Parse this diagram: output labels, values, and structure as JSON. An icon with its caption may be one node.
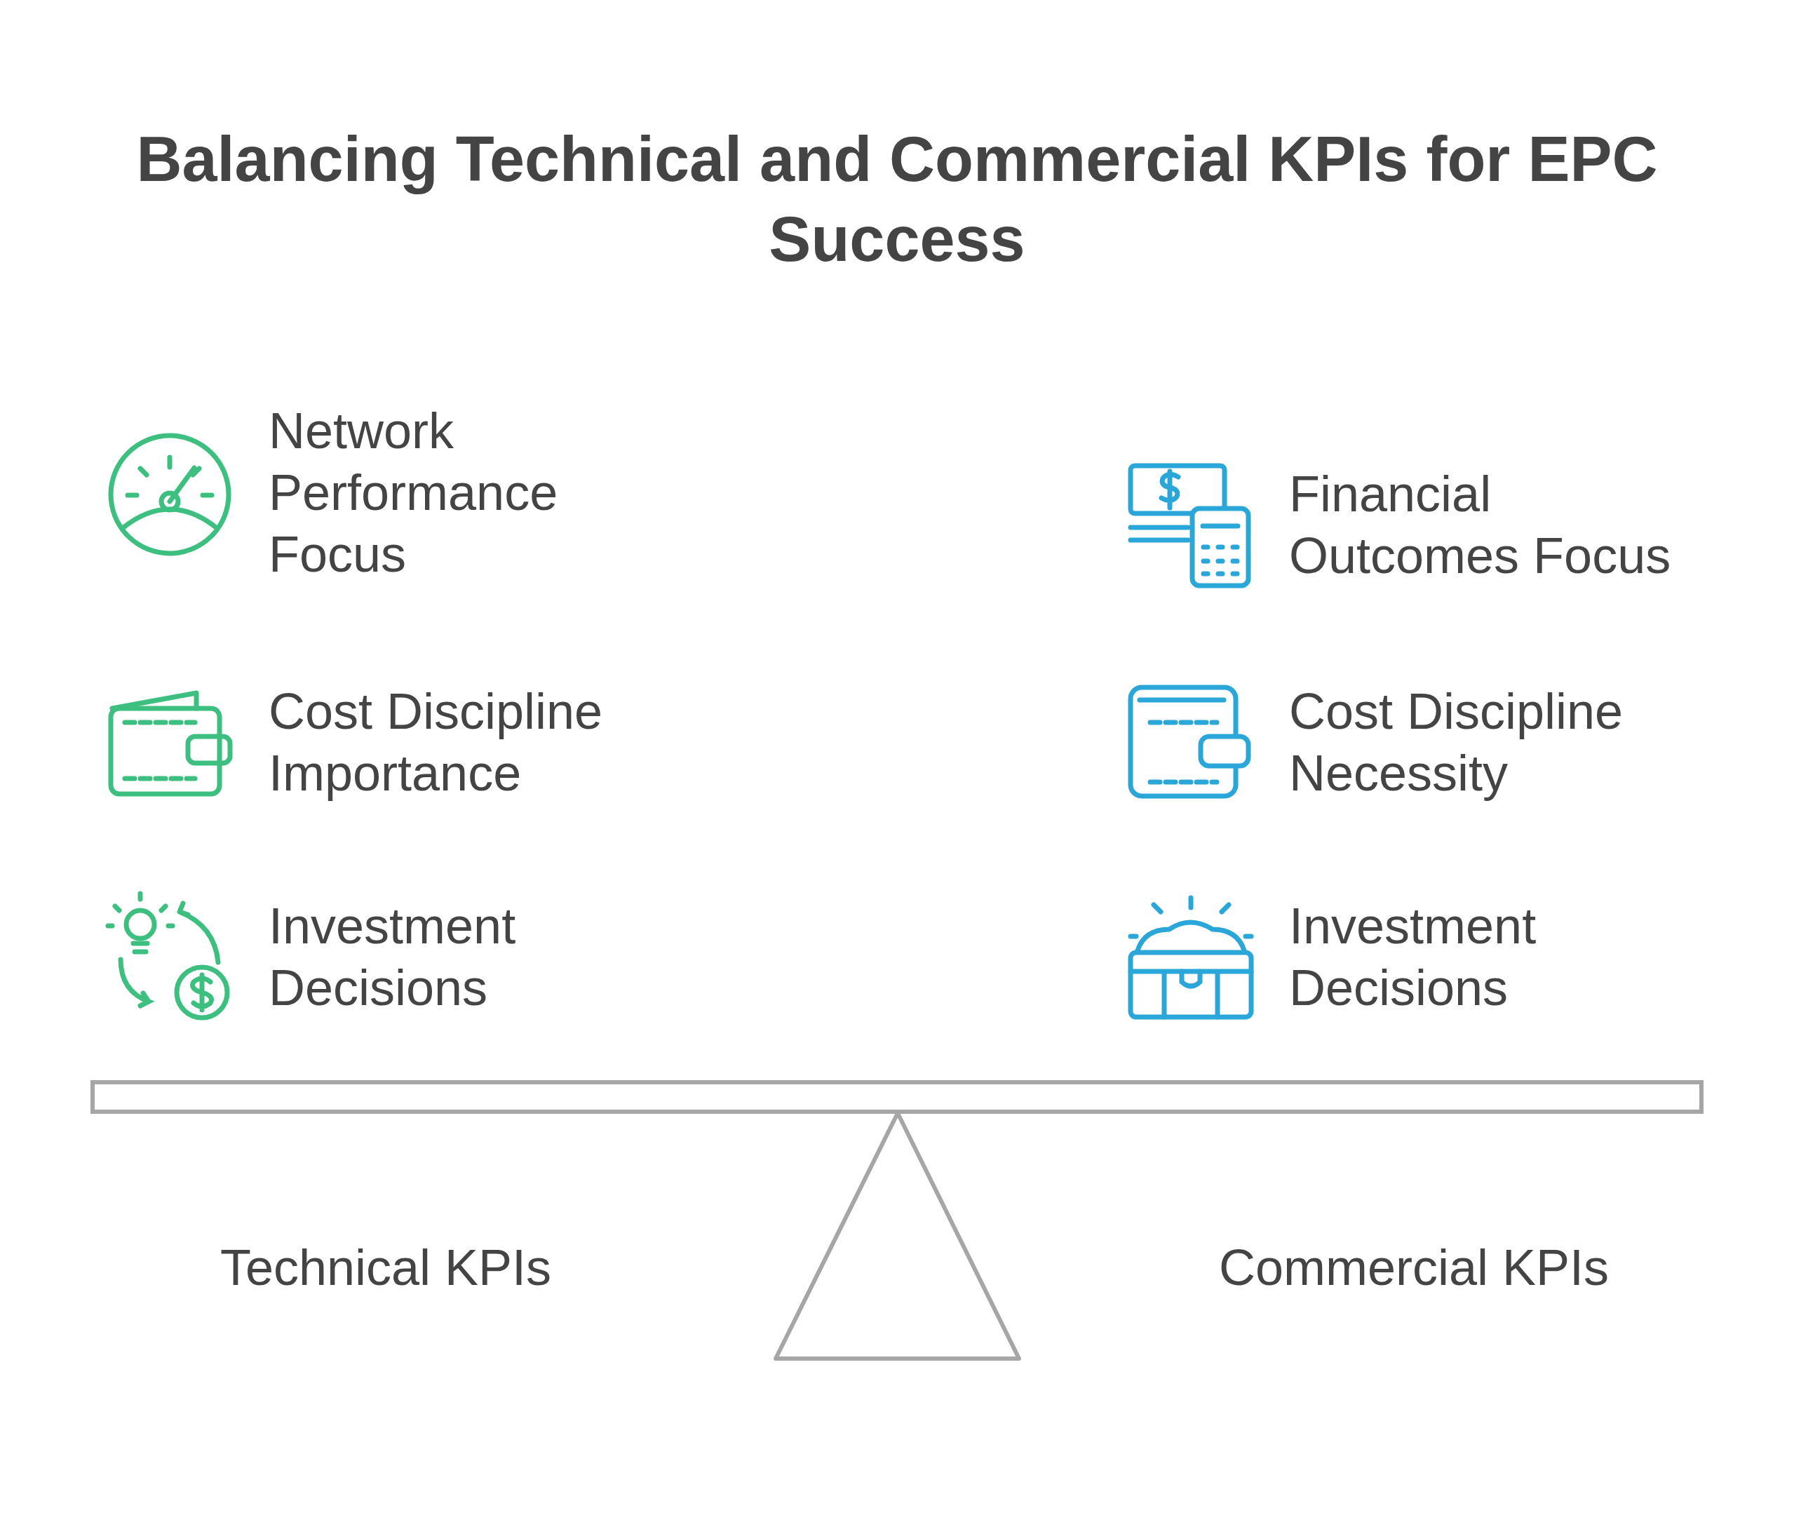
{
  "diagram": {
    "title": "Balancing Technical and Commercial KPIs for EPC Success",
    "labels": [
      "Network Performance Focus",
      "Financial Outcomes Focus",
      "Cost Discipline Importance",
      "Cost Discipline Necessity",
      "Investment Decisions",
      "Investment Decisions",
      "Technical KPIs",
      "Commercial KPIs"
    ]
  }
}
